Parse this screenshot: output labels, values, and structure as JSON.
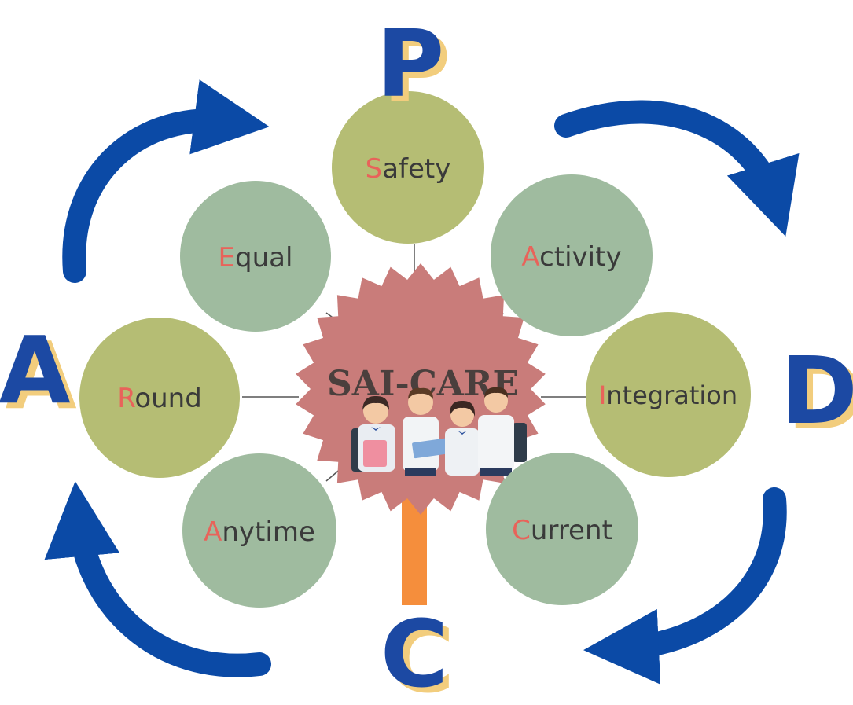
{
  "center": {
    "title": "SAI-CARE",
    "illustration": "four-students-group"
  },
  "phases": [
    {
      "id": "plan",
      "letter": "P"
    },
    {
      "id": "do",
      "letter": "D"
    },
    {
      "id": "check",
      "letter": "C"
    },
    {
      "id": "act",
      "letter": "A"
    }
  ],
  "nodes": [
    {
      "id": "safety",
      "initial": "S",
      "rest": "afety"
    },
    {
      "id": "activity",
      "initial": "A",
      "rest": "ctivity"
    },
    {
      "id": "integration",
      "initial": "I",
      "rest": "ntegration"
    },
    {
      "id": "current",
      "initial": "C",
      "rest": "urrent"
    },
    {
      "id": "anytime",
      "initial": "A",
      "rest": "nytime"
    },
    {
      "id": "round",
      "initial": "R",
      "rest": "ound"
    },
    {
      "id": "equal",
      "initial": "E",
      "rest": "qual"
    }
  ],
  "colors": {
    "olive": "#b5bd74",
    "sage": "#9fbb9f",
    "burst": "#c97c7a",
    "arrow": "#0b4aa6",
    "letter": "#1c49a3",
    "letter_shadow": "#f2cd7d",
    "stem": "#f58e3c",
    "initial": "#e8635a"
  }
}
